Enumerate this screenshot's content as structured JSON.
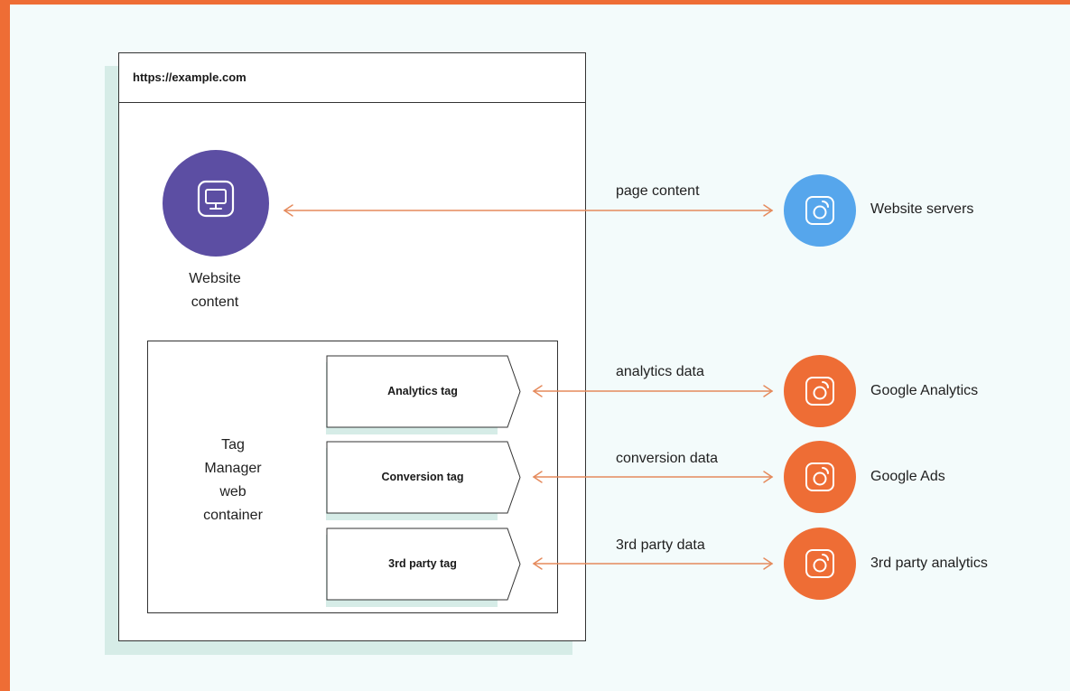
{
  "browser": {
    "url": "https://example.com"
  },
  "website_content": {
    "label_line1": "Website",
    "label_line2": "content"
  },
  "container": {
    "label_lines": [
      "Tag",
      "Manager",
      "web",
      "container"
    ],
    "tags": [
      "Analytics tag",
      "Conversion tag",
      "3rd party tag"
    ]
  },
  "flows": [
    {
      "data_label": "page content",
      "destination": "Website servers",
      "color": "#56a6ec"
    },
    {
      "data_label": "analytics data",
      "destination": "Google Analytics",
      "color": "#ee6d35"
    },
    {
      "data_label": "conversion data",
      "destination": "Google Ads",
      "color": "#ee6d35"
    },
    {
      "data_label": "3rd party data",
      "destination": "3rd party analytics",
      "color": "#ee6d35"
    }
  ],
  "colors": {
    "frame": "#ee6d35",
    "website_content_circle": "#5c4ea3",
    "arrow": "#e58a5c",
    "shadow": "#d6ece7"
  }
}
